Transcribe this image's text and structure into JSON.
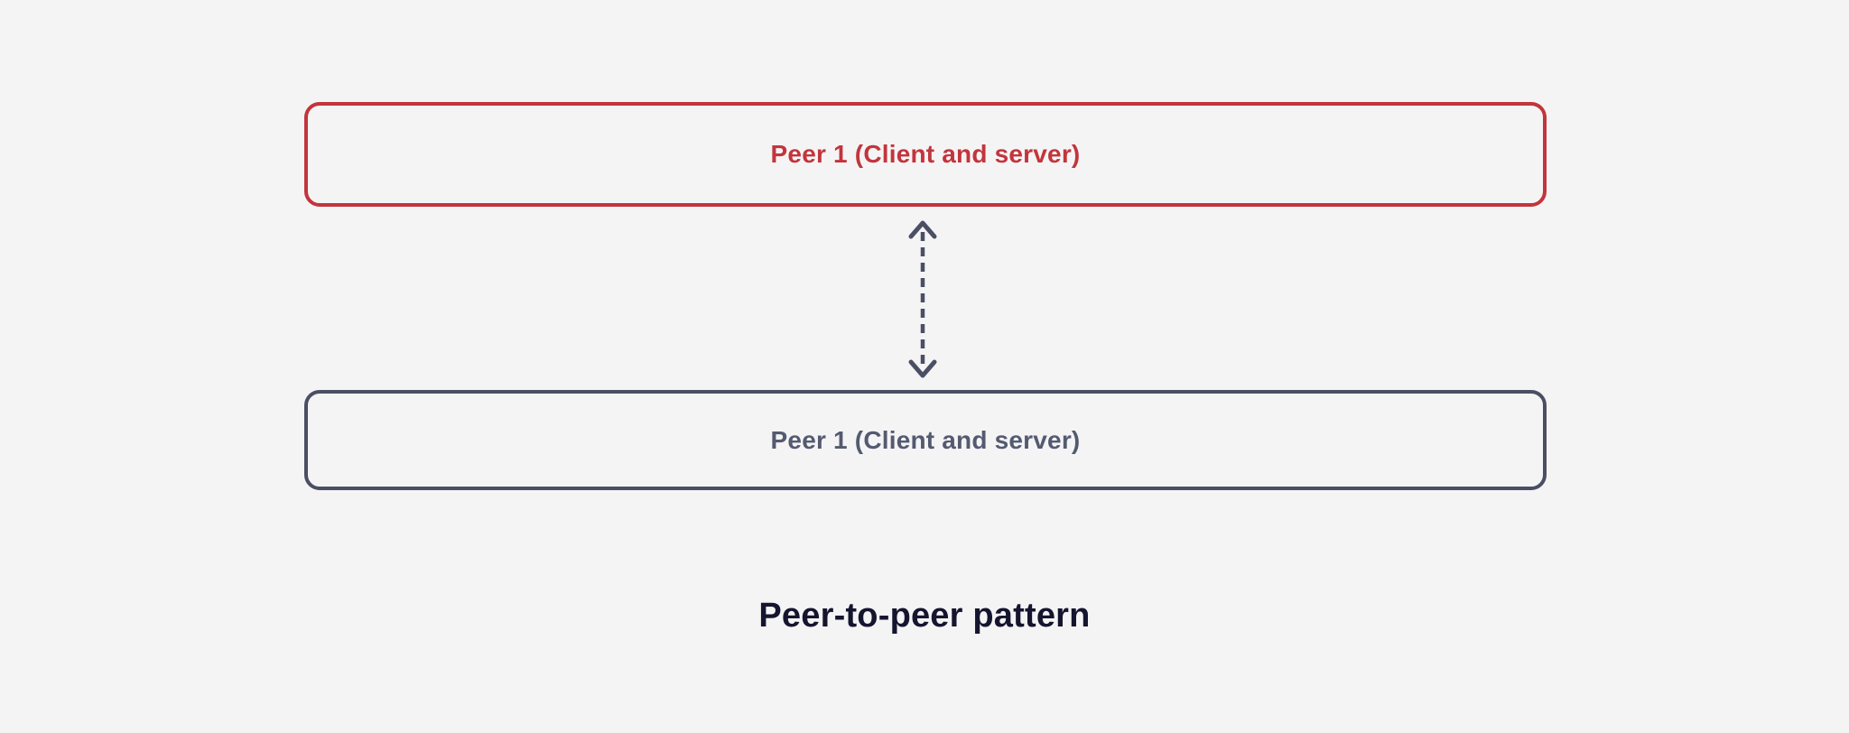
{
  "page": {
    "background_color": "#F5F4F5"
  },
  "diagram": {
    "caption": "Peer-to-peer pattern",
    "caption_color": "#15152F",
    "boxes": [
      {
        "label": "Peer 1 (Client and server)",
        "position": "top",
        "border_color": "#C2353C",
        "text_color": "#C2353C"
      },
      {
        "label": "Peer 1 (Client and server)",
        "position": "bottom",
        "border_color": "#4A4F64",
        "text_color": "#545A70"
      }
    ],
    "arrow": {
      "kind": "bidirectional-dashed-arrow",
      "orientation": "vertical",
      "color": "#4A4F64"
    }
  }
}
